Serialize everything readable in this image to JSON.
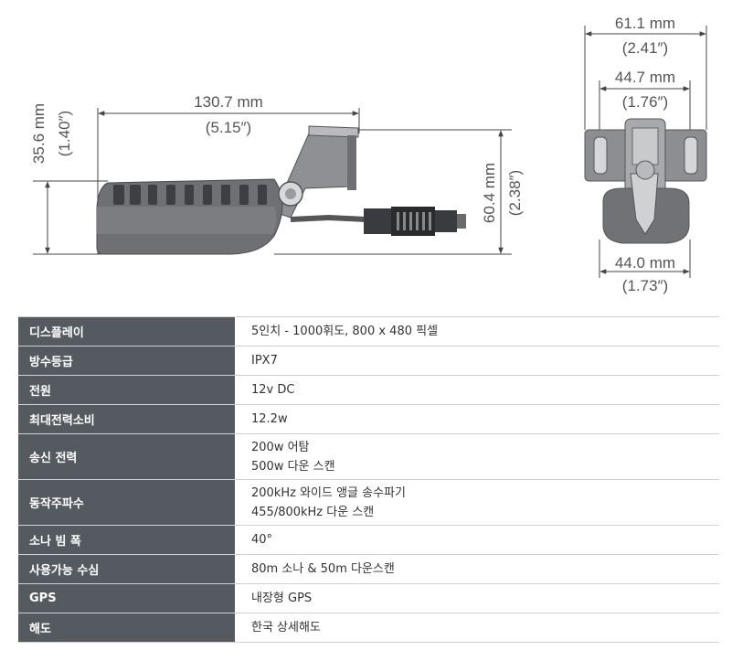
{
  "dimensions": {
    "length_mm": "130.7 mm",
    "length_in": "(5.15″)",
    "body_height_mm": "35.6 mm",
    "body_height_in": "(1.40″)",
    "total_height_mm": "60.4 mm",
    "total_height_in": "(2.38″)",
    "bracket_width_mm": "61.1 mm",
    "bracket_width_in": "(2.41″)",
    "inner_width_mm": "44.7 mm",
    "inner_width_in": "(1.76″)",
    "bottom_width_mm": "44.0 mm",
    "bottom_width_in": "(1.73″)"
  },
  "specs": [
    {
      "label": "디스플레이",
      "values": [
        "5인치 - 1000휘도, 800 x 480 픽셀"
      ]
    },
    {
      "label": "방수등급",
      "values": [
        "IPX7"
      ]
    },
    {
      "label": "전원",
      "values": [
        "12v DC"
      ]
    },
    {
      "label": "최대전력소비",
      "values": [
        "12.2w"
      ]
    },
    {
      "label": "송신 전력",
      "values": [
        "200w 어탐",
        "500w 다운 스캔"
      ]
    },
    {
      "label": "동작주파수",
      "values": [
        "200kHz 와이드 앵글 송수파기",
        "455/800kHz 다운 스캔"
      ]
    },
    {
      "label": "소나 빔 폭",
      "values": [
        "40°"
      ]
    },
    {
      "label": "사용가능 수심",
      "values": [
        "80m 소나 & 50m 다운스캔"
      ]
    },
    {
      "label": "GPS",
      "values": [
        "내장형 GPS"
      ]
    },
    {
      "label": "해도",
      "values": [
        "한국 상세해도"
      ]
    }
  ]
}
